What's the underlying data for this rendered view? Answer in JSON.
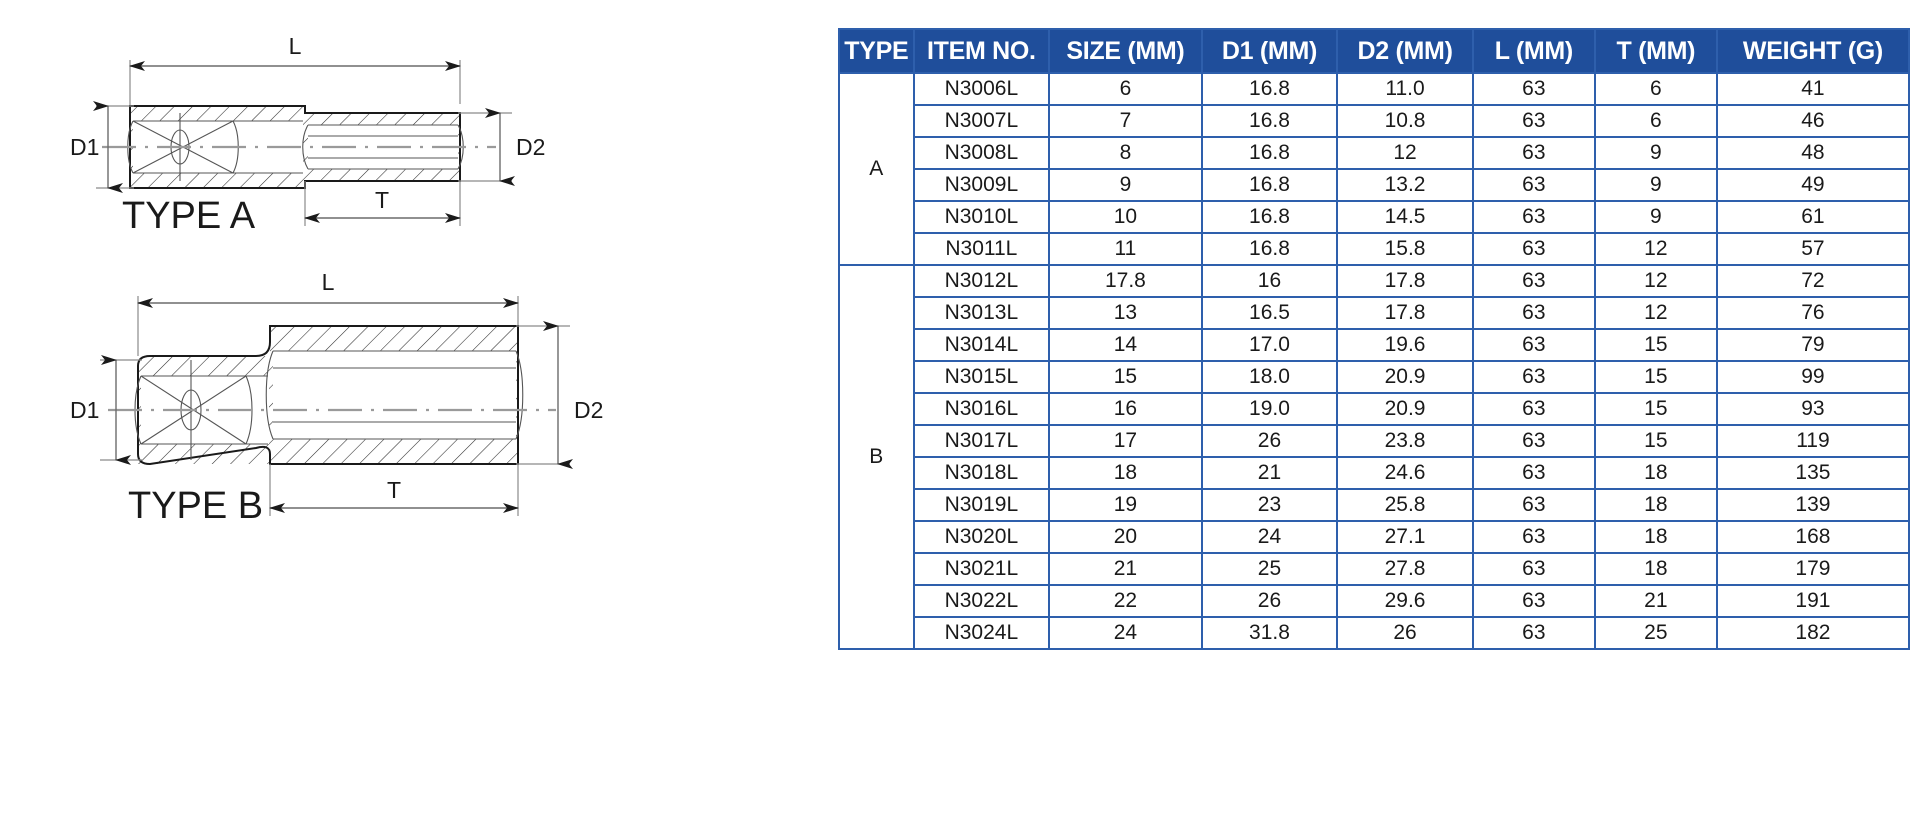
{
  "drawings": {
    "type_a": {
      "caption": "TYPE A",
      "dim_length": "L",
      "dim_d1": "D1",
      "dim_d2": "D2",
      "dim_t": "T"
    },
    "type_b": {
      "caption": "TYPE B",
      "dim_length": "L",
      "dim_d1": "D1",
      "dim_d2": "D2",
      "dim_t": "T"
    }
  },
  "table": {
    "header_bg": "#1F4E9B",
    "border_color": "#2E5FAC",
    "columns": [
      "TYPE",
      "ITEM NO.",
      "SIZE (MM)",
      "D1 (MM)",
      "D2 (MM)",
      "L (MM)",
      "T (MM)",
      "WEIGHT (G)"
    ],
    "groups": [
      {
        "type": "A",
        "rows": [
          {
            "item": "N3006L",
            "size": "6",
            "d1": "16.8",
            "d2": "11.0",
            "l": "63",
            "t": "6",
            "weight": "41"
          },
          {
            "item": "N3007L",
            "size": "7",
            "d1": "16.8",
            "d2": "10.8",
            "l": "63",
            "t": "6",
            "weight": "46"
          },
          {
            "item": "N3008L",
            "size": "8",
            "d1": "16.8",
            "d2": "12",
            "l": "63",
            "t": "9",
            "weight": "48"
          },
          {
            "item": "N3009L",
            "size": "9",
            "d1": "16.8",
            "d2": "13.2",
            "l": "63",
            "t": "9",
            "weight": "49"
          },
          {
            "item": "N3010L",
            "size": "10",
            "d1": "16.8",
            "d2": "14.5",
            "l": "63",
            "t": "9",
            "weight": "61"
          },
          {
            "item": "N3011L",
            "size": "11",
            "d1": "16.8",
            "d2": "15.8",
            "l": "63",
            "t": "12",
            "weight": "57"
          }
        ]
      },
      {
        "type": "B",
        "rows": [
          {
            "item": "N3012L",
            "size": "17.8",
            "d1": "16",
            "d2": "17.8",
            "l": "63",
            "t": "12",
            "weight": "72"
          },
          {
            "item": "N3013L",
            "size": "13",
            "d1": "16.5",
            "d2": "17.8",
            "l": "63",
            "t": "12",
            "weight": "76"
          },
          {
            "item": "N3014L",
            "size": "14",
            "d1": "17.0",
            "d2": "19.6",
            "l": "63",
            "t": "15",
            "weight": "79"
          },
          {
            "item": "N3015L",
            "size": "15",
            "d1": "18.0",
            "d2": "20.9",
            "l": "63",
            "t": "15",
            "weight": "99"
          },
          {
            "item": "N3016L",
            "size": "16",
            "d1": "19.0",
            "d2": "20.9",
            "l": "63",
            "t": "15",
            "weight": "93"
          },
          {
            "item": "N3017L",
            "size": "17",
            "d1": "26",
            "d2": "23.8",
            "l": "63",
            "t": "15",
            "weight": "119"
          },
          {
            "item": "N3018L",
            "size": "18",
            "d1": "21",
            "d2": "24.6",
            "l": "63",
            "t": "18",
            "weight": "135"
          },
          {
            "item": "N3019L",
            "size": "19",
            "d1": "23",
            "d2": "25.8",
            "l": "63",
            "t": "18",
            "weight": "139"
          },
          {
            "item": "N3020L",
            "size": "20",
            "d1": "24",
            "d2": "27.1",
            "l": "63",
            "t": "18",
            "weight": "168"
          },
          {
            "item": "N3021L",
            "size": "21",
            "d1": "25",
            "d2": "27.8",
            "l": "63",
            "t": "18",
            "weight": "179"
          },
          {
            "item": "N3022L",
            "size": "22",
            "d1": "26",
            "d2": "29.6",
            "l": "63",
            "t": "21",
            "weight": "191"
          },
          {
            "item": "N3024L",
            "size": "24",
            "d1": "31.8",
            "d2": "26",
            "l": "63",
            "t": "25",
            "weight": "182"
          }
        ]
      }
    ]
  }
}
